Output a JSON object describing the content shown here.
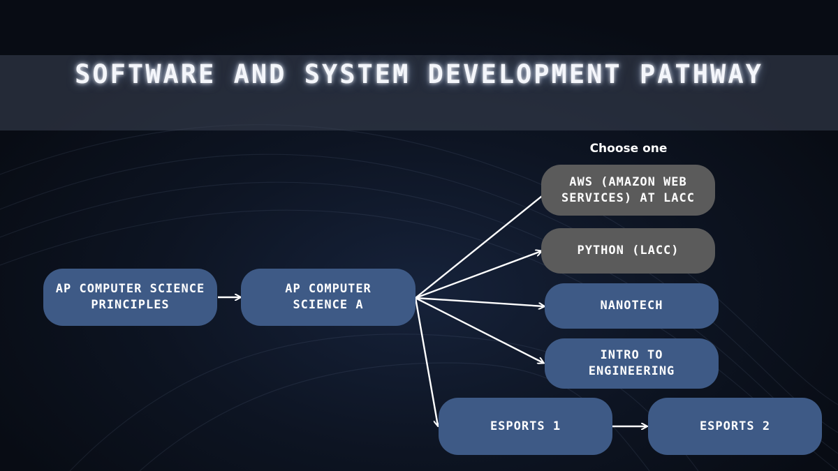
{
  "title": "SOFTWARE AND SYSTEM DEVELOPMENT PATHWAY",
  "choose_label": "Choose one",
  "nodes": {
    "ap_csp": "AP COMPUTER SCIENCE PRINCIPLES",
    "ap_csa": "AP COMPUTER SCIENCE A",
    "aws": "AWS (AMAZON WEB SERVICES) AT LACC",
    "python": "PYTHON (LACC)",
    "nanotech": "NANOTECH",
    "intro_eng": "INTRO TO ENGINEERING",
    "esports1": "ESPORTS 1",
    "esports2": "ESPORTS 2"
  },
  "colors": {
    "course_box": "#3e5a86",
    "elective_box": "#5b5b5b",
    "arrow": "#ffffff",
    "title_band": "#3c4454"
  },
  "edges": [
    [
      "ap_csp",
      "ap_csa"
    ],
    [
      "ap_csa",
      "aws"
    ],
    [
      "ap_csa",
      "python"
    ],
    [
      "ap_csa",
      "nanotech"
    ],
    [
      "ap_csa",
      "intro_eng"
    ],
    [
      "ap_csa",
      "esports1"
    ],
    [
      "esports1",
      "esports2"
    ]
  ]
}
